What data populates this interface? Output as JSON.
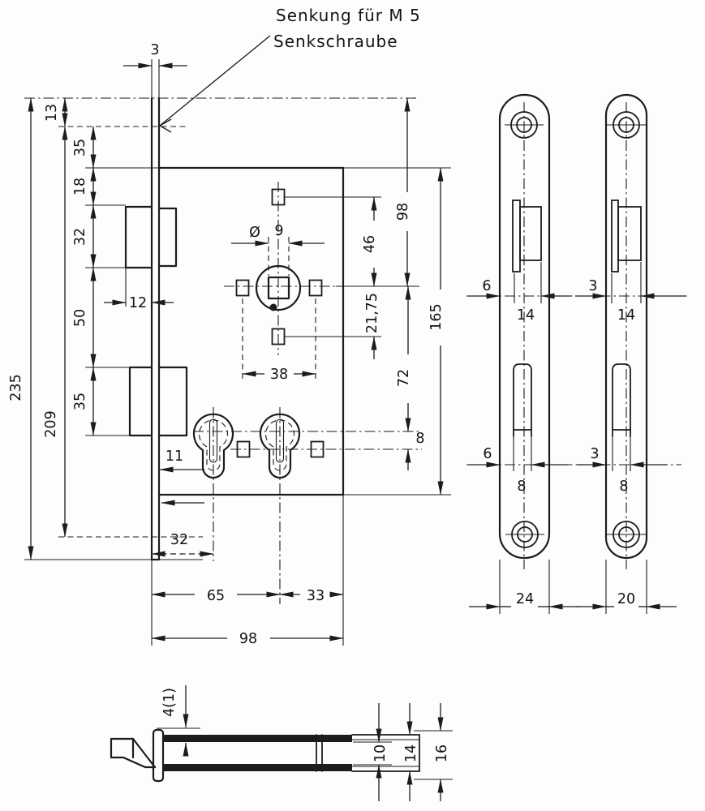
{
  "note": {
    "line1": "Senkung für M 5",
    "line2": "Senkschraube"
  },
  "front": {
    "faceplate_thickness": "3",
    "top_to_screw": "13",
    "screw_to_case": "35",
    "case_to_latch": "18",
    "latch_height": "32",
    "latch_to_bolt": "50",
    "bolt_height": "35",
    "faceplate_length": "235",
    "screw_distance": "209",
    "latch_projection": "12",
    "bolt_projection": "11",
    "cylinder1_backset": "32",
    "backset": "65",
    "cylinder_to_edge": "33",
    "case_width": "98",
    "diameter_symbol": "Ø",
    "follower_square": "9",
    "handle_screws": "38",
    "top_to_follower": "98",
    "screw_to_follower": "46",
    "follower_to_screw": "21,75",
    "case_height": "165",
    "follower_to_cylinder": "72",
    "cylinder_screw_offset": "8"
  },
  "plate_left": {
    "latch_edge": "6",
    "latch_cutout": "14",
    "bolt_edge": "6",
    "bolt_cutout": "8",
    "width": "24"
  },
  "plate_right": {
    "latch_edge": "3",
    "latch_cutout": "14",
    "bolt_edge": "3",
    "bolt_cutout": "8",
    "width": "20"
  },
  "side": {
    "plate_offset": "4(1)",
    "inner_height": "10",
    "case_height": "14",
    "overall_height": "16"
  }
}
